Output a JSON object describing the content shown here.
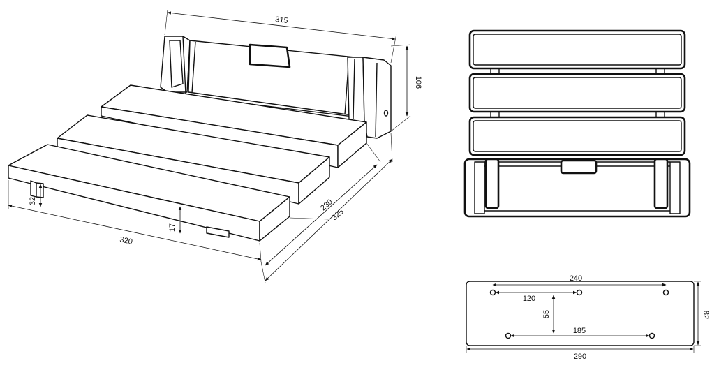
{
  "perspective_view": {
    "dim_width": "315",
    "dim_height": "106",
    "dim_front_length": "320",
    "dim_depth_inner": "230",
    "dim_depth_outer": "325",
    "dim_leg_height": "32",
    "dim_slat_thickness": "17"
  },
  "plate_view": {
    "dim_top_span": "240",
    "dim_mid_span": "120",
    "dim_vertical": "55",
    "dim_bottom_span": "185",
    "dim_plate_height": "82",
    "dim_plate_width": "290"
  }
}
